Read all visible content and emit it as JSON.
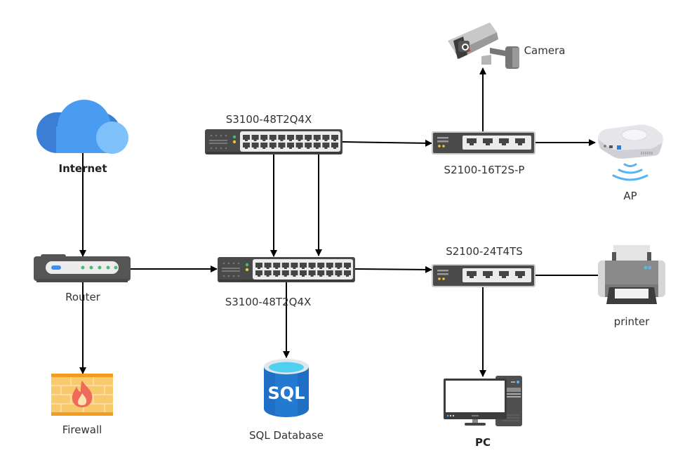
{
  "diagram": {
    "title": "Network Topology",
    "colors": {
      "line": "#000000",
      "switch_body": "#4a4a4a",
      "switch_panel": "#ececec",
      "port": "#444444",
      "led_green": "#4cbb7a",
      "led_yellow": "#f2c530",
      "cloud_dark": "#3a7fd5",
      "cloud_mid": "#4a9cf0",
      "cloud_light": "#7fc2fb",
      "firewall": "#f9c96d",
      "firewall_border": "#f39c1f",
      "flame": "#ef6a5a",
      "sql_blue": "#1f6fc5",
      "sql_top": "#50d0f0",
      "ap_wave": "#57b3f2",
      "router_led_blue": "#3d8ef0"
    },
    "nodes": [
      {
        "id": "internet",
        "label": "Internet",
        "icon": "cloud-icon"
      },
      {
        "id": "router",
        "label": "Router",
        "icon": "router-icon"
      },
      {
        "id": "firewall",
        "label": "Firewall",
        "icon": "firewall-icon"
      },
      {
        "id": "core_switch_top",
        "label": "S3100-48T2Q4X",
        "icon": "switch-48-port-icon"
      },
      {
        "id": "core_switch_mid",
        "label": "S3100-48T2Q4X",
        "icon": "switch-48-port-icon"
      },
      {
        "id": "sql_db",
        "label": "SQL Database",
        "icon": "sql-database-icon",
        "icon_text": "SQL"
      },
      {
        "id": "access_switch_poe",
        "label": "S2100-16T2S-P",
        "icon": "switch-small-icon"
      },
      {
        "id": "access_switch",
        "label": "S2100-24T4TS",
        "icon": "switch-small-icon"
      },
      {
        "id": "camera",
        "label": "Camera",
        "icon": "camera-icon"
      },
      {
        "id": "ap",
        "label": "AP",
        "icon": "access-point-icon"
      },
      {
        "id": "printer",
        "label": "printer",
        "icon": "printer-icon"
      },
      {
        "id": "pc",
        "label": "PC",
        "icon": "pc-icon"
      }
    ],
    "edges": [
      {
        "from": "internet",
        "to": "router"
      },
      {
        "from": "router",
        "to": "firewall"
      },
      {
        "from": "router",
        "to": "core_switch_mid"
      },
      {
        "from": "core_switch_top",
        "to": "core_switch_mid"
      },
      {
        "from": "core_switch_top",
        "to": "core_switch_mid"
      },
      {
        "from": "core_switch_top",
        "to": "access_switch_poe"
      },
      {
        "from": "access_switch_poe",
        "to": "camera"
      },
      {
        "from": "access_switch_poe",
        "to": "ap"
      },
      {
        "from": "core_switch_mid",
        "to": "sql_db"
      },
      {
        "from": "core_switch_mid",
        "to": "access_switch"
      },
      {
        "from": "access_switch",
        "to": "printer"
      },
      {
        "from": "access_switch",
        "to": "pc"
      }
    ]
  }
}
